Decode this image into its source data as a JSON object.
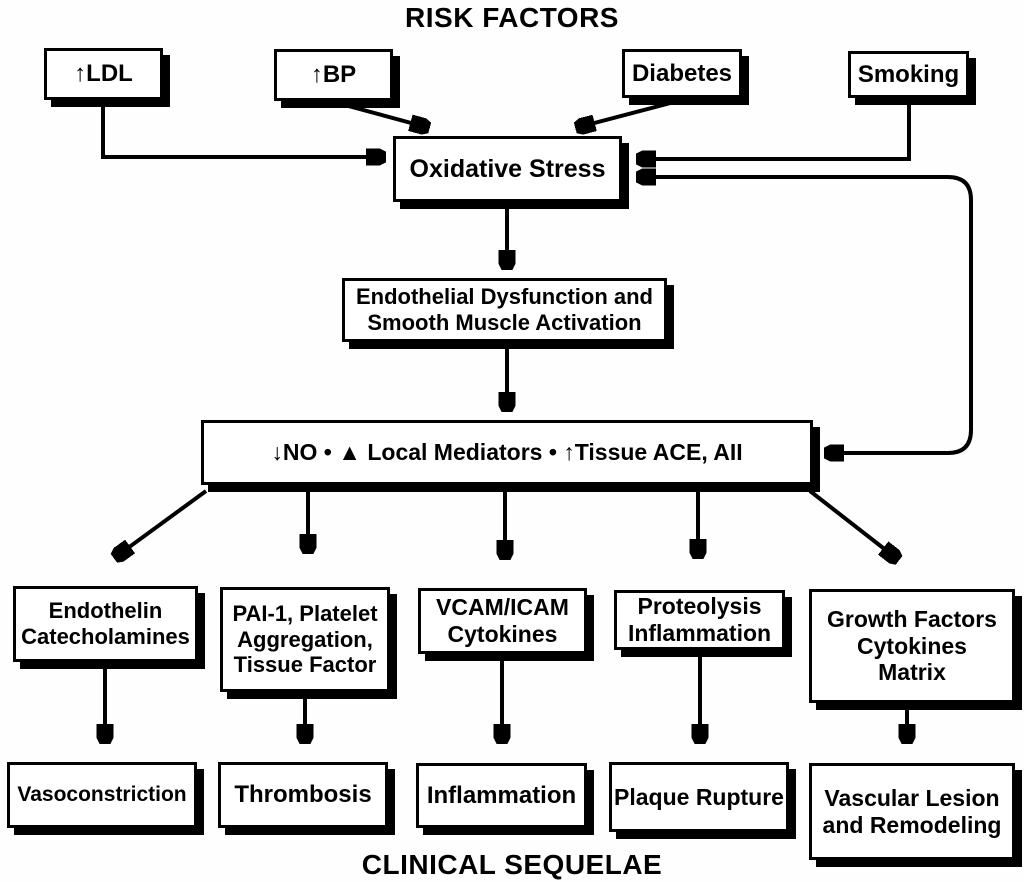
{
  "figure": {
    "title_top": "RISK FACTORS",
    "title_bottom": "CLINICAL SEQUELAE",
    "nodes": {
      "ldl": "↑LDL",
      "bp": "↑BP",
      "diabetes": "Diabetes",
      "smoking": "Smoking",
      "oxidative_stress": "Oxidative Stress",
      "endothelial_dysfunction": "Endothelial Dysfunction and\nSmooth Muscle Activation",
      "mediators": "↓NO • ▲ Local Mediators • ↑Tissue ACE, AII",
      "endothelin_catecholamines": "Endothelin\nCatecholamines",
      "pai1_platelet": "PAI-1, Platelet\nAggregation,\nTissue Factor",
      "vcam_icam": "VCAM/ICAM\nCytokines",
      "proteolysis_inflammation": "Proteolysis\nInflammation",
      "growth_factors": "Growth Factors\nCytokines\nMatrix",
      "vasoconstriction": "Vasoconstriction",
      "thrombosis": "Thrombosis",
      "inflammation": "Inflammation",
      "plaque_rupture": "Plaque Rupture",
      "vascular_lesion": "Vascular Lesion\nand Remodeling"
    }
  }
}
